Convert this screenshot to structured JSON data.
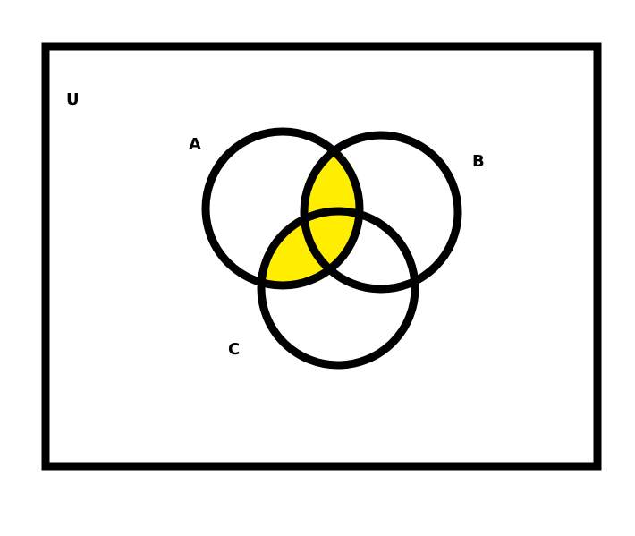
{
  "diagram": {
    "type": "venn-3-sets",
    "universe_label": "U",
    "sets": [
      {
        "id": "A",
        "label": "A"
      },
      {
        "id": "B",
        "label": "B"
      },
      {
        "id": "C",
        "label": "C"
      }
    ],
    "shaded_regions": [
      {
        "sets_in": [
          "A",
          "B"
        ],
        "sets_out": [
          "C"
        ]
      },
      {
        "sets_in": [
          "A",
          "C"
        ],
        "sets_out": [
          "B"
        ]
      },
      {
        "sets_in": [
          "A",
          "B",
          "C"
        ],
        "sets_out": []
      }
    ],
    "colors": {
      "shading": "#ffee00",
      "outline": "#000000",
      "background": "#ffffff"
    }
  }
}
